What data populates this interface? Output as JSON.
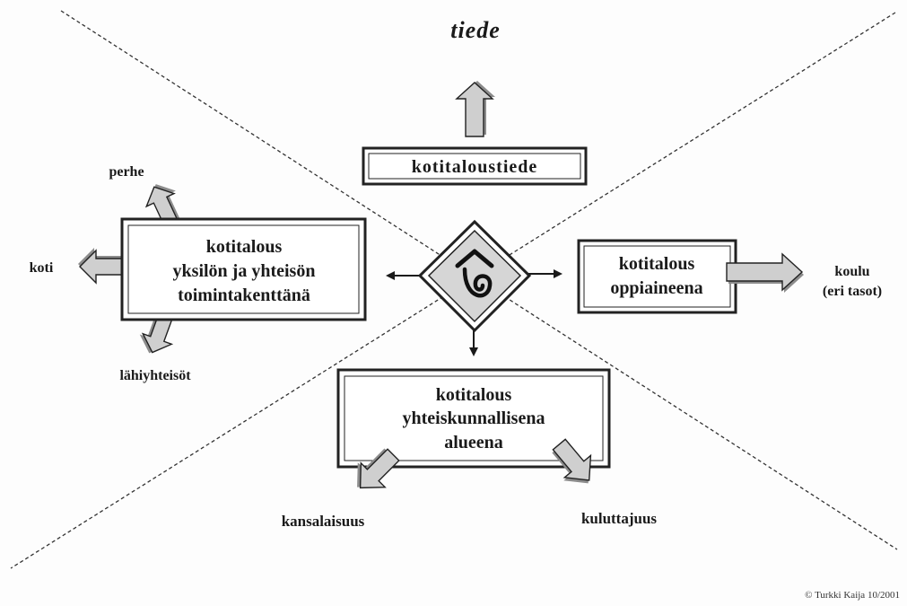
{
  "colors": {
    "ink": "#1a1a1a",
    "arrow_fill": "#cfcfcf",
    "arrow_shadow": "#8c8c8c",
    "box_border": "#222222",
    "logo_fill": "#d6d6d6"
  },
  "top": {
    "label": "tiede",
    "box": "kotitaloustiede"
  },
  "left": {
    "box_lines": [
      "kotitalous",
      "yksilön ja yhteisön",
      "toimintakenttänä"
    ],
    "out_labels": {
      "up": "perhe",
      "left": "koti",
      "down": "lähiyhteisöt"
    }
  },
  "right": {
    "box_lines": [
      "kotitalous",
      "oppiaineena"
    ],
    "out_lines": [
      "koulu",
      "(eri tasot)"
    ]
  },
  "bottom": {
    "box_lines": [
      "kotitalous",
      "yhteiskunnallisena",
      "alueena"
    ],
    "out_labels": {
      "left": "kansalaisuus",
      "right": "kuluttajuus"
    }
  },
  "center": {
    "icon": "home-economics-logo-icon"
  },
  "copyright": "© Turkki Kaija 10/2001"
}
